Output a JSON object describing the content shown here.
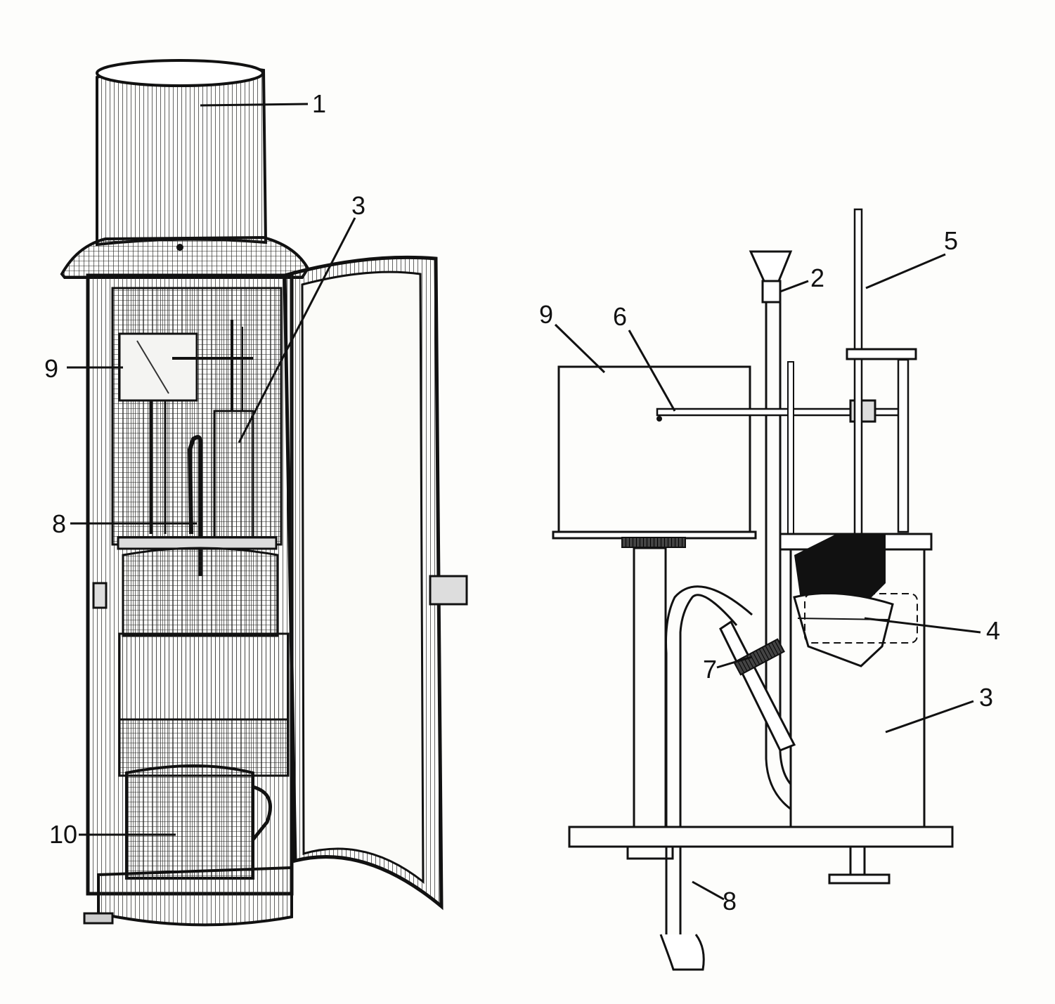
{
  "diagram": {
    "left_callouts": [
      {
        "id": "c1",
        "text": "1"
      },
      {
        "id": "c3",
        "text": "3"
      },
      {
        "id": "c9",
        "text": "9"
      },
      {
        "id": "c8",
        "text": "8"
      },
      {
        "id": "c10",
        "text": "10"
      }
    ],
    "right_callouts": [
      {
        "id": "r5",
        "text": "5"
      },
      {
        "id": "r2",
        "text": "2"
      },
      {
        "id": "r9",
        "text": "9"
      },
      {
        "id": "r6",
        "text": "6"
      },
      {
        "id": "r4",
        "text": "4"
      },
      {
        "id": "r7",
        "text": "7"
      },
      {
        "id": "r3",
        "text": "3"
      },
      {
        "id": "r8",
        "text": "8"
      }
    ]
  },
  "colors": {
    "ink": "#111111",
    "paper": "#fdfdfb",
    "shade": "#555555"
  }
}
